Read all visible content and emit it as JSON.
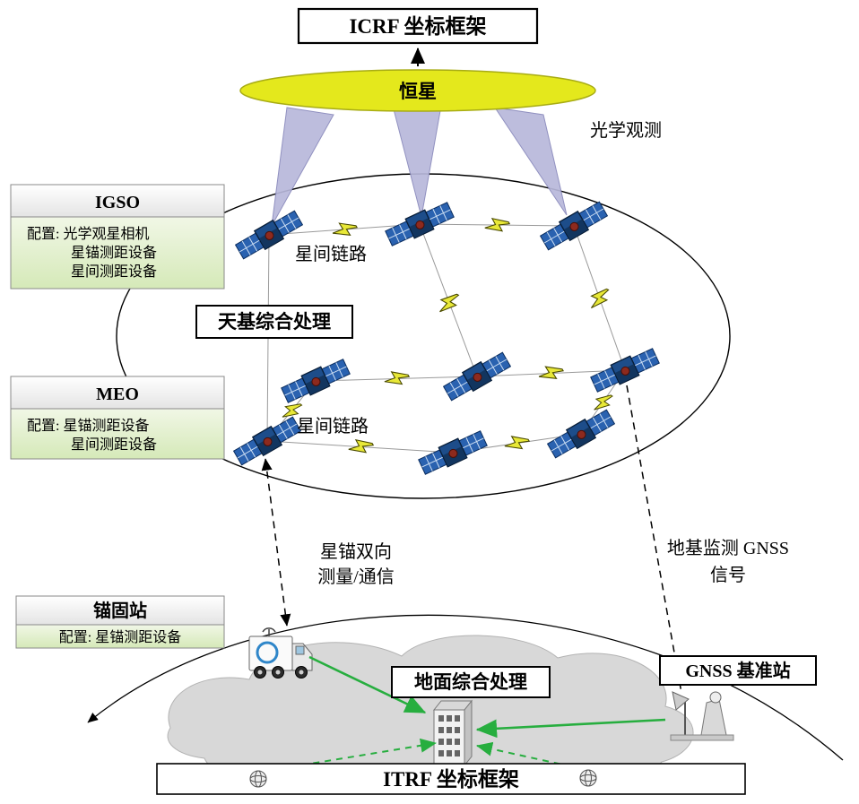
{
  "frames": {
    "icrf": "ICRF 坐标框架",
    "itrf": "ITRF 坐标框架"
  },
  "space": {
    "stars": "恒星",
    "optical_observation": "光学观测",
    "space_processing": "天基综合处理",
    "isl_top": "星间链路",
    "isl_bottom": "星间链路"
  },
  "panels": {
    "igso": {
      "title": "IGSO",
      "lines": [
        "配置: 光学观星相机",
        "星锚测距设备",
        "星间测距设备"
      ]
    },
    "meo": {
      "title": "MEO",
      "lines": [
        "配置: 星锚测距设备",
        "星间测距设备"
      ]
    },
    "anchor": {
      "title": "锚固站",
      "lines": [
        "配置: 星锚测距设备"
      ]
    }
  },
  "links": {
    "anchor_line1": "星锚双向",
    "anchor_line2": "测量/通信",
    "gnss_line1": "地基监测 GNSS",
    "gnss_line2": "信号"
  },
  "ground": {
    "processing": "地面综合处理",
    "gnss_station": "GNSS 基准站"
  },
  "colors": {
    "star_ellipse": "#e4e81c",
    "star_ellipse_stroke": "#a8ac14",
    "cone": "#b8b8db",
    "cone_stroke": "#8888bb",
    "panel_green": "#d5e9b8",
    "bolt": "#e8e837",
    "cloud": "#d8d8d8",
    "green_link": "#27ae3f"
  }
}
